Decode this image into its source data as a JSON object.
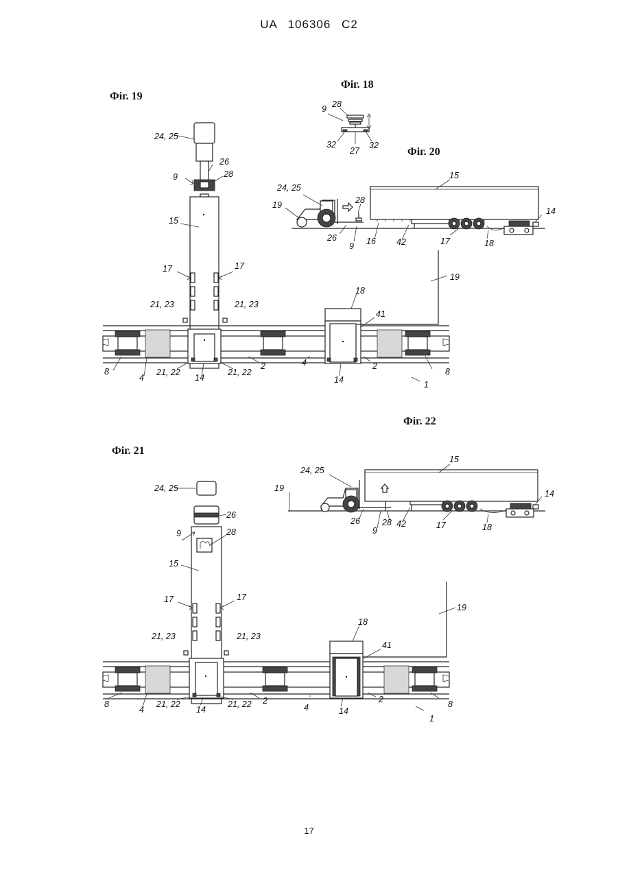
{
  "header": "UA   106306   C2",
  "page_number": "17",
  "figures": {
    "fig18": {
      "title": "Фіг. 18",
      "labels": {
        "l9": "9",
        "l28": "28",
        "l32a": "32",
        "l27": "27",
        "l32b": "32"
      }
    },
    "fig19": {
      "title": "Фіг. 19",
      "labels": {
        "l2425": "24, 25",
        "l26": "26",
        "l9": "9",
        "l28": "28",
        "l15": "15",
        "l17a": "17",
        "l17b": "17",
        "l2123a": "21, 23",
        "l2123b": "21, 23",
        "l18": "18",
        "l41": "41",
        "l19": "19",
        "l8a": "8",
        "l4a": "4",
        "l2122a": "21, 22",
        "l14a": "14",
        "l2122b": "21, 22",
        "l2a": "2",
        "l4b": "4",
        "l14b": "14",
        "l2b": "2",
        "l8b": "8",
        "l1": "1"
      }
    },
    "fig20": {
      "title": "Фіг. 20",
      "labels": {
        "l15": "15",
        "l2425": "24, 25",
        "l28": "28",
        "l14": "14",
        "l19": "19",
        "l26": "26",
        "l9": "9",
        "l16": "16",
        "l42": "42",
        "l17": "17",
        "l18": "18"
      }
    },
    "fig21": {
      "title": "Фіг. 21",
      "labels": {
        "l2425": "24, 25",
        "l26": "26",
        "l9": "9",
        "l28": "28",
        "l15": "15",
        "l17a": "17",
        "l17b": "17",
        "l2123a": "21, 23",
        "l2123b": "21, 23",
        "l18": "18",
        "l41": "41",
        "l19": "19",
        "l8a": "8",
        "l4a": "4",
        "l2122a": "21, 22",
        "l14a": "14",
        "l2122b": "21, 22",
        "l2a": "2",
        "l4b": "4",
        "l14b": "14",
        "l2b": "2",
        "l8b": "8",
        "l1": "1"
      }
    },
    "fig22": {
      "title": "Фіг. 22",
      "labels": {
        "l15": "15",
        "l2425": "24, 25",
        "l19": "19",
        "l14": "14",
        "l26": "26",
        "l9": "9",
        "l28": "28",
        "l42": "42",
        "l17": "17",
        "l18": "18"
      }
    }
  }
}
